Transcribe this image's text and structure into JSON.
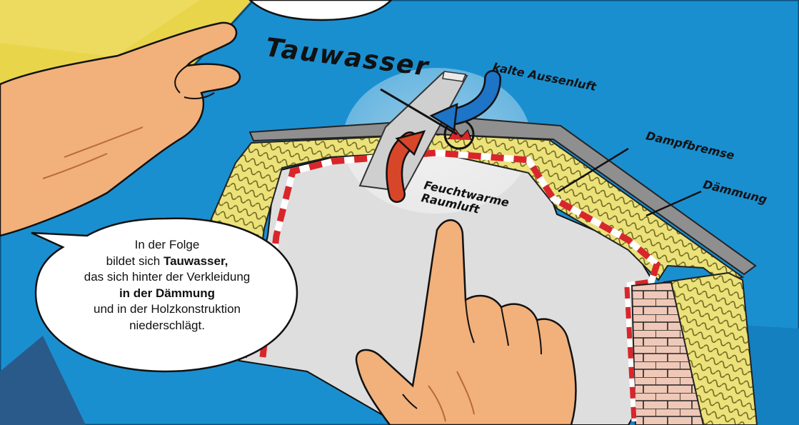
{
  "diagram": {
    "title": "Tauwasser",
    "labels": {
      "cold_air": "kalte Aussenluft",
      "vapor_barrier": "Dampfbremse",
      "insulation": "Dämmung",
      "warm_air_line1": "Feuchtwarme",
      "warm_air_line2": "Raumluft"
    }
  },
  "speech_bubble": {
    "line1": "In der Folge",
    "line2_prefix": "bildet sich ",
    "line2_bold": "Tauwasser,",
    "line3": "das sich hinter der Verkleidung",
    "line4_bold": "in der Dämmung",
    "line5": "und in der Holzkonstruktion",
    "line6": "niederschlägt."
  },
  "colors": {
    "background": "#e8d54a",
    "sheet": "#1a8fd0",
    "insulation": "#e9e07a",
    "vapor_barrier_red": "#d8262a",
    "arrow_blue": "#1e74c6",
    "arrow_red": "#d8462a",
    "skin": "#f2b07a"
  }
}
